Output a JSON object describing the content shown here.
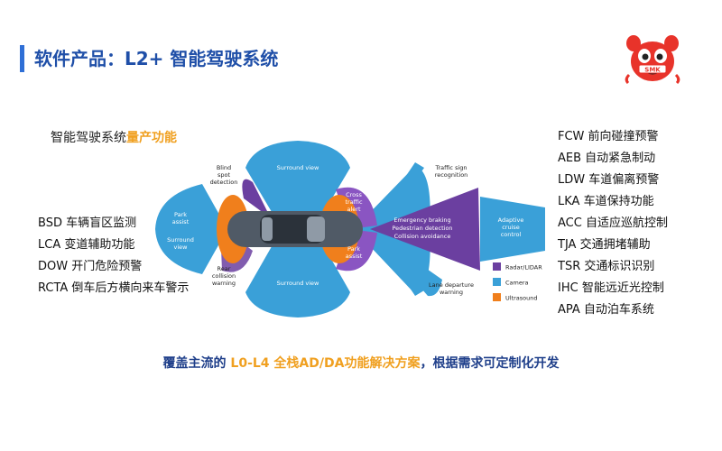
{
  "header": {
    "title": "软件产品：L2+ 智能驾驶系统"
  },
  "logo": {
    "text": "SMK",
    "icon": "mascot-logo-icon"
  },
  "intro": {
    "prefix": "智能驾驶系统",
    "highlight": "量产功能"
  },
  "left_features": [
    "BSD 车辆盲区监测",
    "LCA 变道辅助功能",
    "DOW 开门危险预警",
    "RCTA 倒车后方横向来车警示"
  ],
  "right_features": [
    "FCW 前向碰撞预警",
    "AEB 自动紧急制动",
    "LDW 车道偏离预警",
    "LKA 车道保持功能",
    "ACC 自适应巡航控制",
    "TJA 交通拥堵辅助",
    "TSR 交通标识识别",
    "IHC 智能远近光控制",
    "APA 自动泊车系统"
  ],
  "diagram": {
    "blind_spot": "Blind\nspot\ndetection",
    "surround_top": "Surround view",
    "surround_bottom": "Surround view",
    "park_assist_left": "Park\nassist",
    "surround_left": "Surround\nview",
    "rear_collision": "Rear\ncollision\nwarning",
    "cross_traffic": "Cross\ntraffic\nalert",
    "park_assist_right": "Park\nassist",
    "traffic_sign": "Traffic sign\nrecognition",
    "emergency": "Emergency braking\nPedestrian detection\nCollision avoidance",
    "adaptive": "Adaptive\ncruise\ncontrol",
    "lane_departure": "Lane departure\nwarning",
    "legend": [
      {
        "label": "Radar/LIDAR",
        "color": "#6b3fa0"
      },
      {
        "label": "Camera",
        "color": "#3aa0d8"
      },
      {
        "label": "Ultrasound",
        "color": "#f07f1c"
      }
    ]
  },
  "footer": {
    "prefix": "覆盖主流的 ",
    "highlight": "L0-L4 全栈AD/DA功能解决方案",
    "suffix": "，根据需求可定制化开发"
  },
  "colors": {
    "title": "#1f4fa8",
    "accent": "#f0a020",
    "radar": "#6b3fa0",
    "camera": "#3aa0d8",
    "ultrasound": "#f07f1c"
  }
}
